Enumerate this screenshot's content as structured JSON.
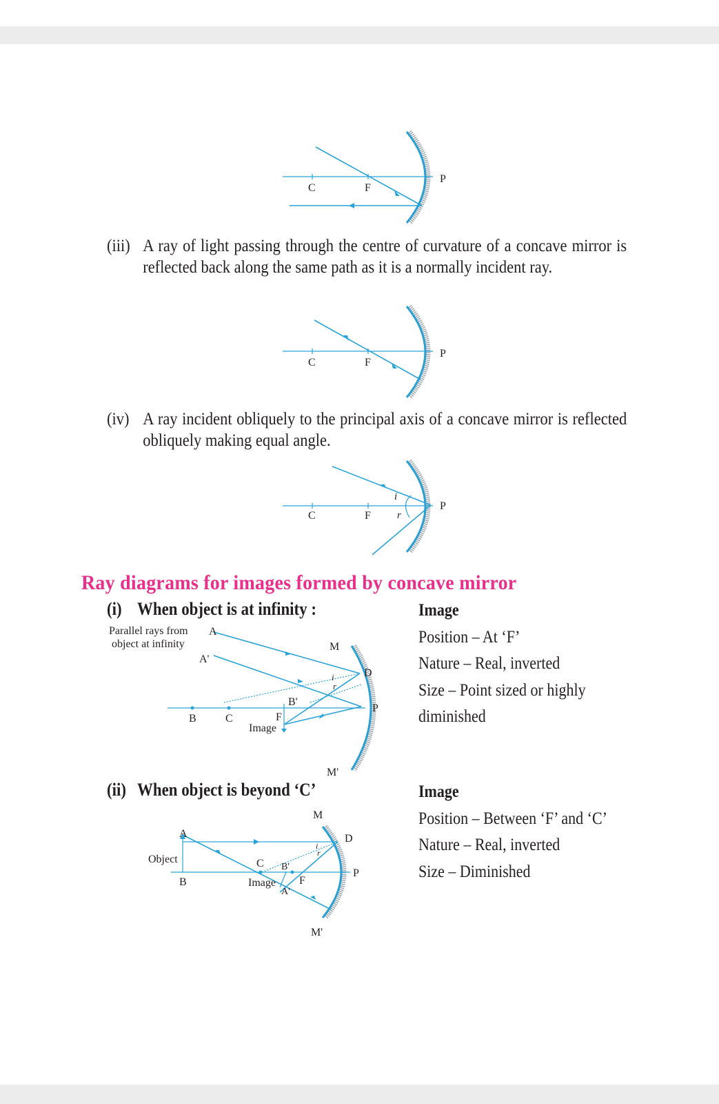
{
  "diagram_labels": {
    "centre": "C",
    "focus": "F",
    "pole": "P",
    "incidence": "i",
    "reflection": "r"
  },
  "rules": [
    {
      "number": "(iii)",
      "text": "A ray of light passing through the centre of curvature of a concave mirror is reflected back along the same path as it is a normally incident ray."
    },
    {
      "number": "(iv)",
      "text": "A ray incident obliquely to the principal axis of a concave mirror is reflected obliquely making equal angle."
    }
  ],
  "section_title": "Ray diagrams for images formed by concave mirror",
  "cases": [
    {
      "number": "(i)",
      "title": "When object is at infinity :",
      "labels": {
        "parallel_1": "Parallel rays from",
        "parallel_2": "object at infinity",
        "a": "A",
        "a_prime": "A'",
        "b": "B",
        "c": "C",
        "f": "F",
        "b_prime": "B'",
        "image": "Image",
        "m": "M",
        "m_prime": "M'",
        "d": "D",
        "p": "P",
        "i": "i",
        "r": "r"
      },
      "image_info": {
        "title": "Image",
        "position": "Position – At ‘F’",
        "nature": "Nature – Real, inverted",
        "size_1": "Size – Point sized or highly",
        "size_2": "diminished"
      }
    },
    {
      "number": "(ii)",
      "title": "When object is beyond ‘C’",
      "labels": {
        "a": "A",
        "object": "Object",
        "b": "B",
        "c": "C",
        "b_prime": "B'",
        "image": "Image",
        "f": "F",
        "a_prime": "A'",
        "m": "M",
        "m_prime": "M'",
        "d": "D",
        "p": "P",
        "i": "i",
        "r": "r"
      },
      "image_info": {
        "title": "Image",
        "position": "Position – Between ‘F’ and ‘C’",
        "nature": "Nature – Real, inverted",
        "size": "Size – Diminished"
      }
    }
  ]
}
